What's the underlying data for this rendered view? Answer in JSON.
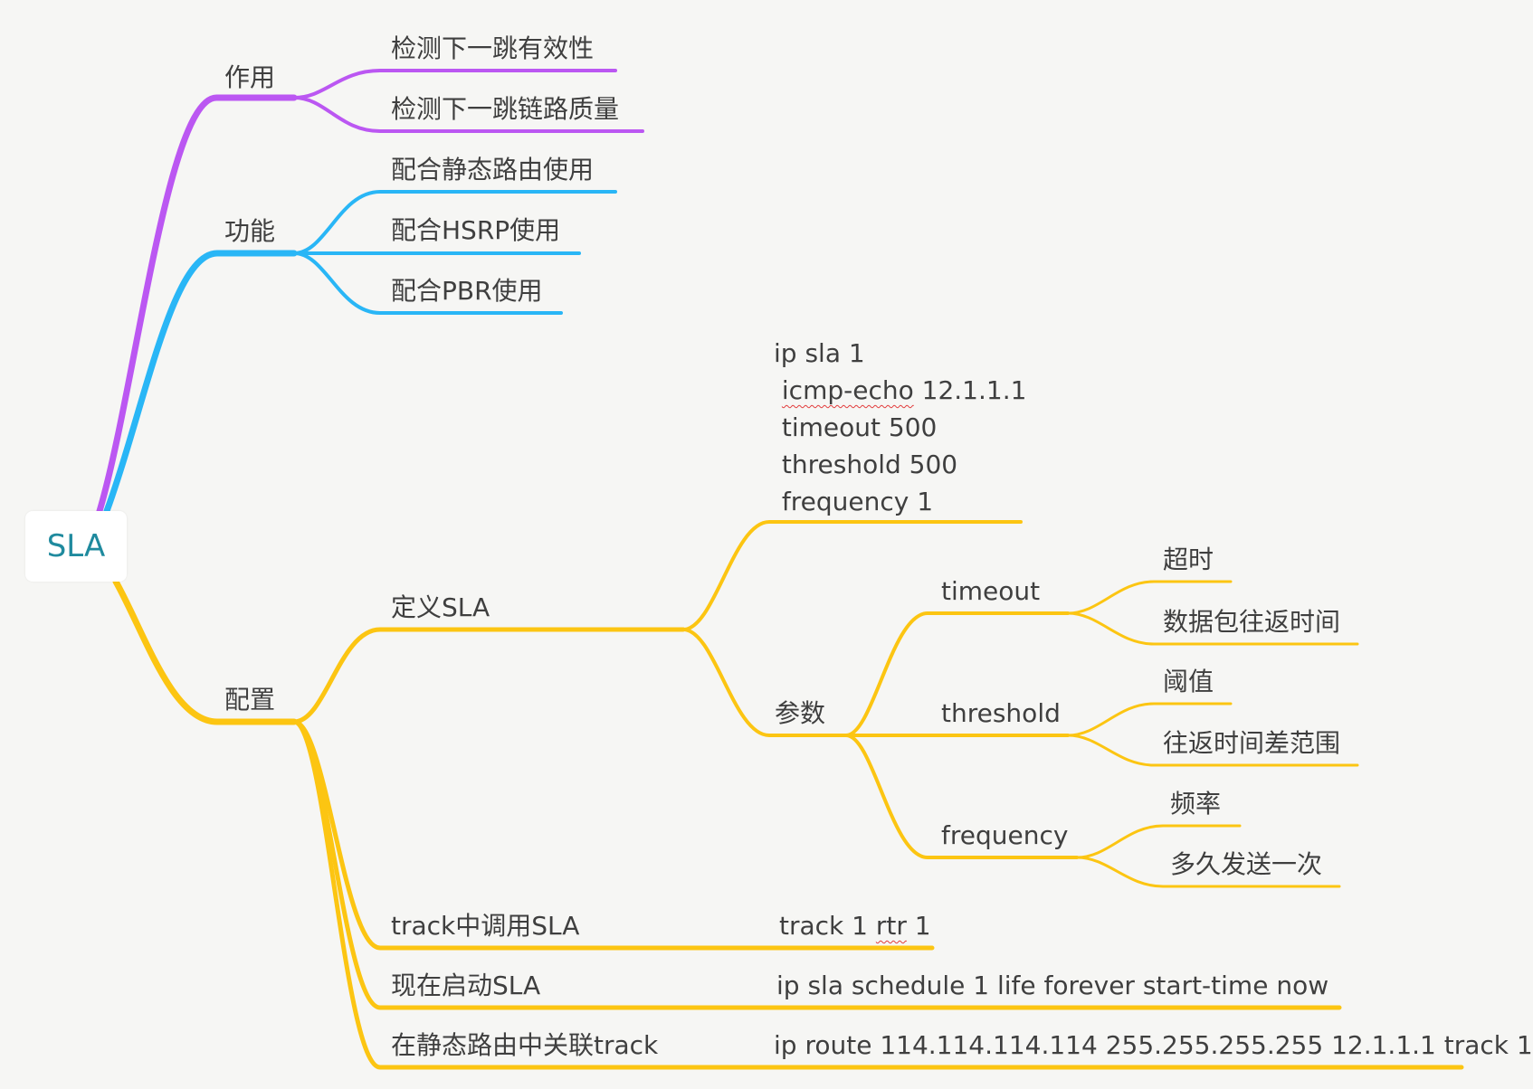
{
  "colors": {
    "purple": "#bb57f2",
    "blue": "#29b6f6",
    "yellow": "#fcc512",
    "root_text": "#1f8a9e",
    "text": "#3f3f3f"
  },
  "root": {
    "label": "SLA"
  },
  "branches": {
    "purpose": {
      "label": "作用",
      "items": [
        "检测下一跳有效性",
        "检测下一跳链路质量"
      ]
    },
    "function": {
      "label": "功能",
      "items": [
        "配合静态路由使用",
        "配合HSRP使用",
        "配合PBR使用"
      ]
    },
    "config": {
      "label": "配置",
      "define": {
        "label": "定义SLA",
        "code_lines": [
          "ip sla 1",
          " icmp-echo 12.1.1.1",
          " timeout 500",
          " threshold 500",
          " frequency 1"
        ],
        "params": {
          "label": "参数",
          "timeout": {
            "label": "timeout",
            "children": [
              "超时",
              "数据包往返时间"
            ]
          },
          "threshold": {
            "label": "threshold",
            "children": [
              "阈值",
              "往返时间差范围"
            ]
          },
          "frequency": {
            "label": "frequency",
            "children": [
              "频率",
              "多久发送一次"
            ]
          }
        }
      },
      "track": {
        "label": "track中调用SLA",
        "cmd_prefix": "track 1 ",
        "cmd_squig": "rtr",
        "cmd_suffix": " 1"
      },
      "start": {
        "label": "现在启动SLA",
        "cmd": "ip sla schedule 1 life forever start-time now"
      },
      "route": {
        "label": "在静态路由中关联track",
        "cmd": "ip route 114.114.114.114 255.255.255.255 12.1.1.1 track 1"
      }
    }
  }
}
